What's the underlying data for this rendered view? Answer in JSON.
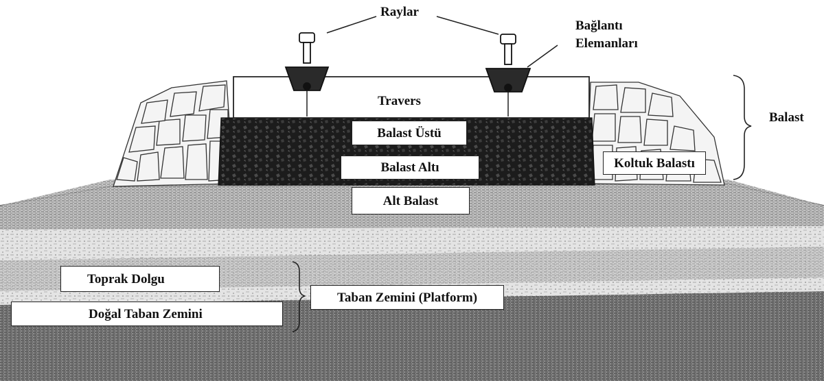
{
  "labels": {
    "raylar": "Raylar",
    "baglanti_1": "Bağlantı",
    "baglanti_2": "Elemanları",
    "travers": "Travers",
    "balast": "Balast",
    "balast_ustu": "Balast Üstü",
    "balast_alti": "Balast Altı",
    "koltuk_balasti": "Koltuk Balastı",
    "alt_balast": "Alt Balast",
    "toprak_dolgu": "Toprak Dolgu",
    "taban_zemini": "Taban Zemini (Platform)",
    "dogal_taban_zemini": "Doğal Taban Zemini"
  },
  "colors": {
    "ink": "#111111",
    "dark_ballast": "#1c1c1c",
    "subgrade": "#7a7a7a",
    "fill": "#cfcfcf",
    "natural_ground": "#9a9a9a",
    "paper": "#ffffff"
  }
}
